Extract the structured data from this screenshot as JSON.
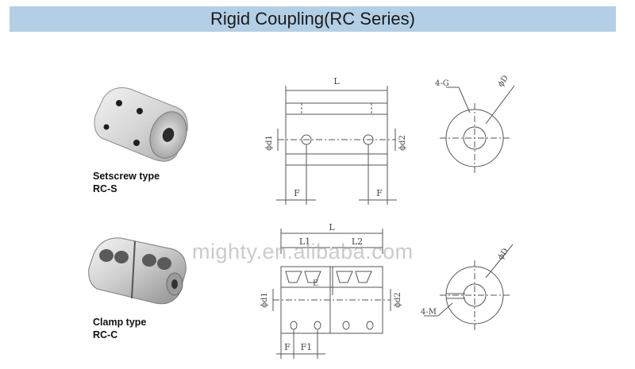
{
  "header": {
    "title": "Rigid Coupling(RC Series)"
  },
  "watermark": "mighty.en.alibaba.com",
  "products": [
    {
      "type_label": "Setscrew type",
      "code": "RC-S"
    },
    {
      "type_label": "Clamp type",
      "code": "RC-C"
    }
  ],
  "drawing_labels": {
    "L": "L",
    "F": "F",
    "F1": "F1",
    "L1": "L1",
    "L2": "L2",
    "E": "E",
    "d1": "ϕd1",
    "d2": "ϕd2",
    "D": "ϕD",
    "G": "4-G",
    "M": "4-M"
  }
}
